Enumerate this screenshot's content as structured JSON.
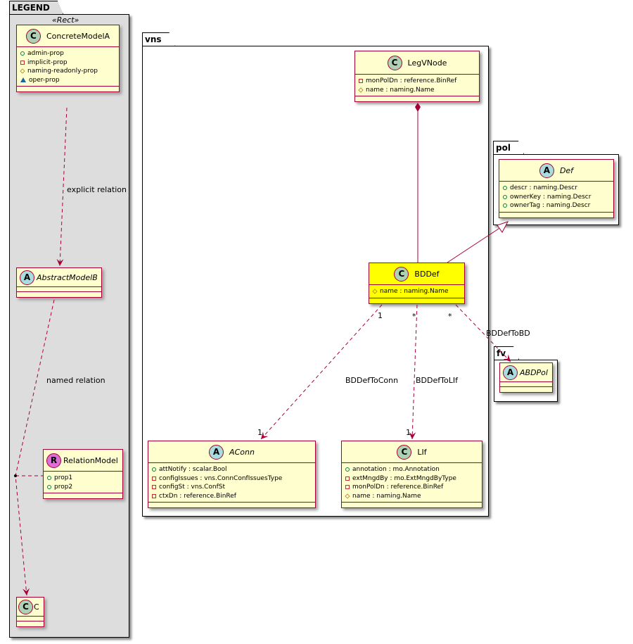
{
  "legend_package": {
    "name": "LEGEND",
    "stereotype": "«Rect»",
    "classes": {
      "concrete": {
        "badge": "C",
        "name": "ConcreteModelA",
        "attributes": [
          {
            "visibility": "public",
            "text": "admin-prop"
          },
          {
            "visibility": "private",
            "text": "implicit-prop"
          },
          {
            "visibility": "protected",
            "text": "naming-readonly-prop"
          },
          {
            "visibility": "package",
            "text": "oper-prop"
          }
        ]
      },
      "abstract": {
        "badge": "A",
        "name": "AbstractModelB",
        "attributes": []
      },
      "relation": {
        "badge": "R",
        "name": "RelationModel",
        "attributes": [
          {
            "visibility": "public",
            "text": "prop1"
          },
          {
            "visibility": "public",
            "text": "prop2"
          }
        ]
      },
      "c": {
        "badge": "C",
        "name": "C",
        "attributes": []
      }
    },
    "relation_labels": {
      "explicit": "explicit relation",
      "named": "named relation"
    }
  },
  "vns_package": {
    "name": "vns",
    "classes": {
      "legvnode": {
        "badge": "C",
        "name": "LegVNode",
        "attributes": [
          {
            "visibility": "private",
            "text": "monPolDn : reference.BinRef"
          },
          {
            "visibility": "protected",
            "text": "name : naming.Name"
          }
        ]
      },
      "bddef": {
        "badge": "C",
        "name": "BDDef",
        "highlight_color": "#ffff00",
        "attributes": [
          {
            "visibility": "protected",
            "text": "name : naming.Name"
          }
        ]
      },
      "aconn": {
        "badge": "A",
        "name": "AConn",
        "attributes": [
          {
            "visibility": "public",
            "text": "attNotify : scalar.Bool"
          },
          {
            "visibility": "private",
            "text": "configIssues : vns.ConnConfIssuesType"
          },
          {
            "visibility": "private",
            "text": "configSt : vns.ConfSt"
          },
          {
            "visibility": "private",
            "text": "ctxDn : reference.BinRef"
          }
        ]
      },
      "llf": {
        "badge": "C",
        "name": "LIf",
        "attributes": [
          {
            "visibility": "public",
            "text": "annotation : mo.Annotation"
          },
          {
            "visibility": "private",
            "text": "extMngdBy : mo.ExtMngdByType"
          },
          {
            "visibility": "private",
            "text": "monPolDn : reference.BinRef"
          },
          {
            "visibility": "protected",
            "text": "name : naming.Name"
          }
        ]
      }
    }
  },
  "pol_package": {
    "name": "pol",
    "classes": {
      "def": {
        "badge": "A",
        "name": "Def",
        "attributes": [
          {
            "visibility": "public",
            "text": "descr : naming.Descr"
          },
          {
            "visibility": "public",
            "text": "ownerKey : naming.Descr"
          },
          {
            "visibility": "public",
            "text": "ownerTag : naming.Descr"
          }
        ]
      }
    }
  },
  "fv_package": {
    "name": "fv",
    "classes": {
      "abdpol": {
        "badge": "A",
        "name": "ABDPol",
        "attributes": []
      }
    }
  },
  "relations": [
    {
      "from": "BDDef",
      "to": "AConn",
      "label": "BDDefToConn",
      "from_mult": "1",
      "to_mult": "1",
      "style": "dashed-arrow"
    },
    {
      "from": "BDDef",
      "to": "LIf",
      "label": "BDDefToLIf",
      "from_mult": "*",
      "to_mult": "1",
      "style": "dashed-arrow"
    },
    {
      "from": "BDDef",
      "to": "ABDPol",
      "label": "BDDefToBD",
      "from_mult": "*",
      "to_mult": "",
      "style": "dashed-arrow"
    },
    {
      "from": "LegVNode",
      "to": "BDDef",
      "label": "",
      "style": "composition"
    },
    {
      "from": "BDDef",
      "to": "Def",
      "label": "",
      "style": "inheritance"
    }
  ],
  "colors": {
    "class_fill": "#fefece",
    "class_border": "#a80036",
    "highlight": "#ffff00",
    "legend_fill": "#dddddd",
    "relation_line": "#a80036"
  }
}
